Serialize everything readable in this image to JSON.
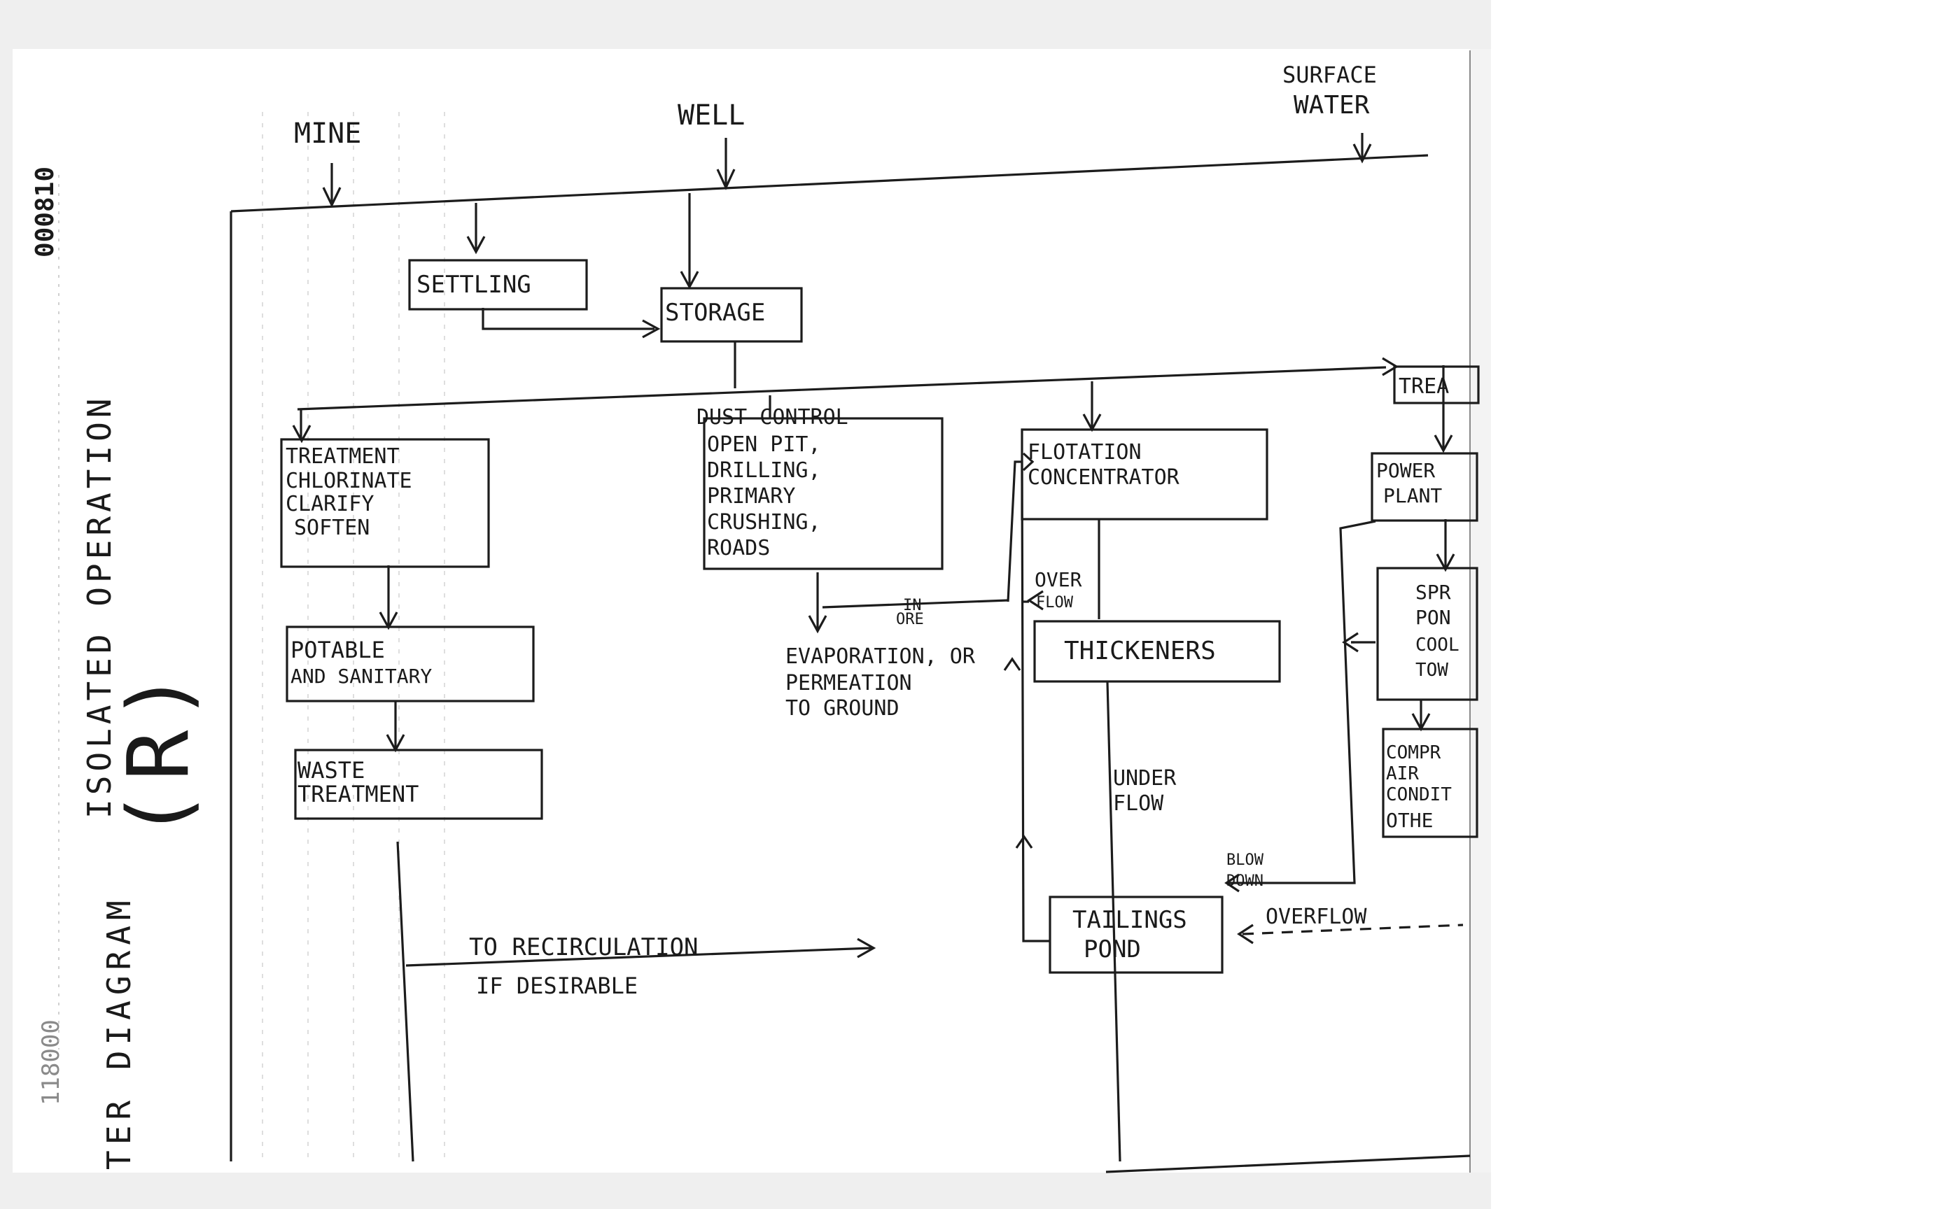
{
  "sources": {
    "mine": "MINE",
    "well": "WELL",
    "surface_water_1": "SURFACE",
    "surface_water_2": "WATER"
  },
  "boxes": {
    "settling": "SETTLING",
    "storage": "STORAGE",
    "treatment": [
      "TREATMENT",
      "CHLORINATE",
      "CLARIFY",
      "SOFTEN"
    ],
    "dust_control": [
      "DUST CONTROL",
      "OPEN PIT,",
      "DRILLING,",
      "PRIMARY",
      "CRUSHING,",
      "ROADS"
    ],
    "flotation": [
      "FLOTATION",
      "CONCENTRATOR"
    ],
    "treat_partial": "TREA",
    "power_plant": [
      "POWER",
      "PLANT"
    ],
    "spray_pond": [
      "SPR",
      "PON",
      "COOL",
      "TOW"
    ],
    "compressor": [
      "COMPR",
      "AIR",
      "CONDIT",
      "OTHE"
    ],
    "potable": [
      "POTABLE",
      "AND SANITARY"
    ],
    "thickeners": "THICKENERS",
    "waste": [
      "WASTE",
      "TREATMENT"
    ],
    "tailings": [
      "TAILINGS",
      "POND"
    ]
  },
  "labels": {
    "overflow_1": "OVER",
    "overflow_2": "FLOW",
    "in_ore_1": "IN",
    "in_ore_2": "ORE",
    "evaporation": [
      "EVAPORATION, OR",
      "PERMEATION",
      "TO GROUND"
    ],
    "underflow": [
      "UNDER",
      "FLOW"
    ],
    "blowdown": [
      "BLOW",
      "DOWN"
    ],
    "overflow_main": "OVERFLOW",
    "recirculation": "TO RECIRCULATION",
    "if_desirable": "IF DESIRABLE"
  },
  "margin": {
    "title_vertical": "TER DIAGRAM",
    "isolated": "ISOLATED OPERATION",
    "big_r": "(R)",
    "page_number_top": "000810",
    "page_number_bottom": "118000"
  },
  "colors": {
    "ink": "#1c1c1c",
    "paper": "#ffffff",
    "margin_gray": "#ededed"
  }
}
